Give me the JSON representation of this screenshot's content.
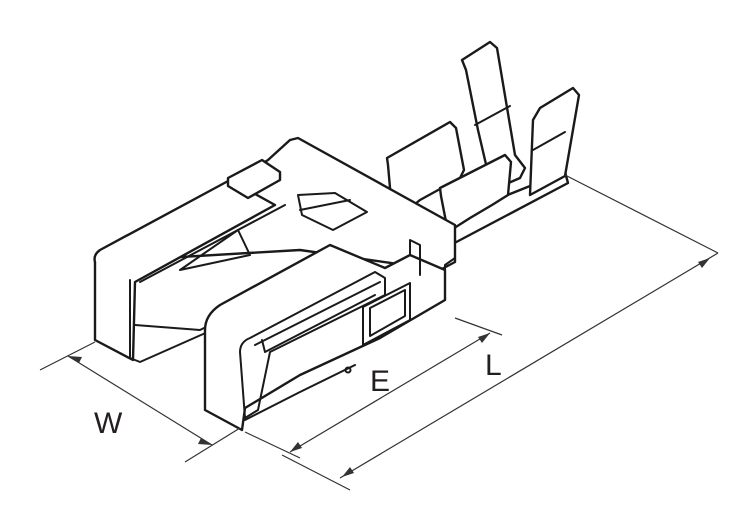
{
  "figure": {
    "subject": "crimp terminal isometric line drawing",
    "line_color": "#1a1a1a",
    "background": "#ffffff"
  },
  "dimensions": {
    "width_label": "W",
    "engagement_label": "E",
    "length_label": "L"
  }
}
